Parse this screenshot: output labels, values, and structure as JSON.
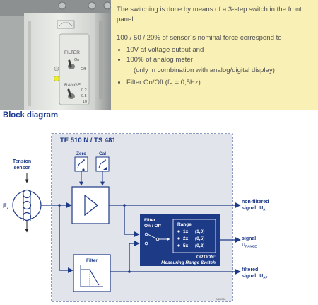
{
  "panel": {
    "filter_label": "FILTER",
    "filter_on": "On",
    "filter_off": "Off",
    "range_label": "RANGE",
    "range_values": [
      "0.2",
      "0.5",
      "10"
    ]
  },
  "info": {
    "para1": "The switching is done by means of a 3-step switch in the front panel.",
    "para2": "100 / 50 / 20% of sensor´s nominal force correspond to",
    "bullet1": "10V at voltage output and",
    "bullet2": "100% of analog meter",
    "bullet2_sub": "(only in combination with analog/digital display)",
    "bullet3_prefix": "Filter On/Off (f",
    "bullet3_sub": "C",
    "bullet3_suffix": " = 0,5Hz)"
  },
  "heading": "Block diagram",
  "diagram": {
    "device_title": "TE 510 N / TS 481",
    "sensor_label_line1": "Tension",
    "sensor_label_line2": "sensor",
    "force_label": "F",
    "force_sub": "z",
    "zero_label": "Zero",
    "cal_label": "Cal",
    "filter_block_label": "Filter",
    "filter_switch_line1": "Filter",
    "filter_switch_line2": "On / Off",
    "range_title": "Range",
    "range_options": [
      {
        "factor": "1x",
        "value": "(1,0)"
      },
      {
        "factor": "2x",
        "value": "(0,5)"
      },
      {
        "factor": "5x",
        "value": "(0,2)"
      }
    ],
    "option_line1": "OPTION:",
    "option_line2": "Measuring Range Switch",
    "out1_line1": "non-filtered",
    "out1_line2": "signal",
    "out1_symbol": "U",
    "out1_sub": "A",
    "out2_line1": "signal",
    "out2_symbol": "U",
    "out2_sub": "RANGE",
    "out3_line1": "filtered",
    "out3_line2": "signal",
    "out3_symbol": "U",
    "out3_sub": "AF",
    "ref_code": "BSD351"
  },
  "colors": {
    "navy": "#1d3a87",
    "diagram_panel": "#e2e4ec",
    "info_bg": "#f8f0b4",
    "heading": "#1b3a8f"
  }
}
